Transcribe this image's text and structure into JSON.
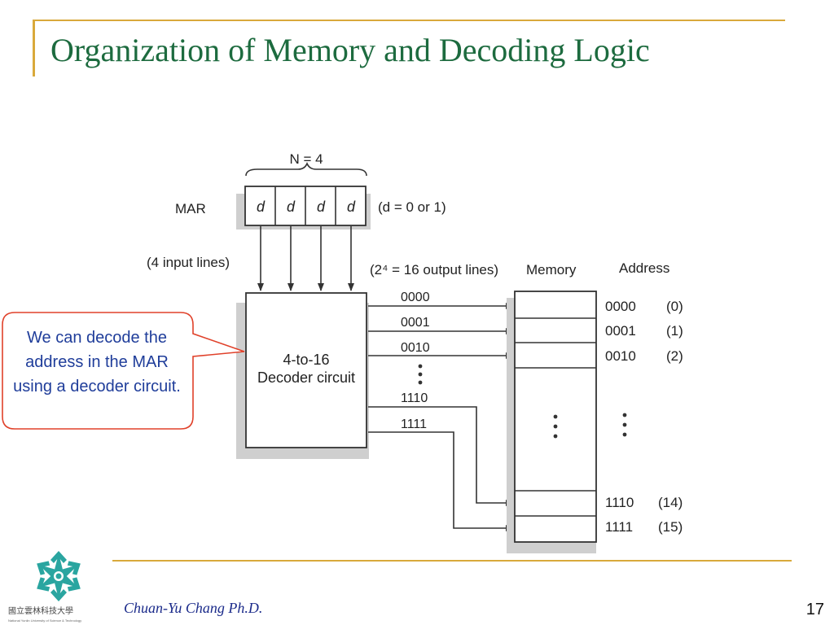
{
  "slide": {
    "title": "Organization of  Memory and Decoding Logic",
    "author": "Chuan-Yu Chang Ph.D.",
    "page_number": "17",
    "university_name": "國立雲林科技大學",
    "university_subtitle": "National Yunlin University of Science & Technology"
  },
  "callout": {
    "text": "We can decode the address in the MAR using a decoder circuit."
  },
  "diagram": {
    "n_label": "N = 4",
    "mar_label": "MAR",
    "mar_bits": [
      "d",
      "d",
      "d",
      "d"
    ],
    "bit_note": "(d = 0 or 1)",
    "input_lines_label": "(4 input lines)",
    "output_lines_label": "(2⁴ = 16 output lines)",
    "decoder_line1": "4-to-16",
    "decoder_line2": "Decoder circuit",
    "decoder_outputs": [
      "0000",
      "0001",
      "0010",
      "1110",
      "1111"
    ],
    "memory_label": "Memory",
    "address_label": "Address",
    "memory_addresses": [
      {
        "binary": "0000",
        "decimal": "(0)"
      },
      {
        "binary": "0001",
        "decimal": "(1)"
      },
      {
        "binary": "0010",
        "decimal": "(2)"
      },
      {
        "binary": "1110",
        "decimal": "(14)"
      },
      {
        "binary": "1111",
        "decimal": "(15)"
      }
    ]
  },
  "colors": {
    "title": "#1d6b3f",
    "rule": "#d9a93b",
    "callout_border": "#e0412a",
    "callout_text": "#1f3d9a",
    "logo": "#2aa5a0"
  }
}
